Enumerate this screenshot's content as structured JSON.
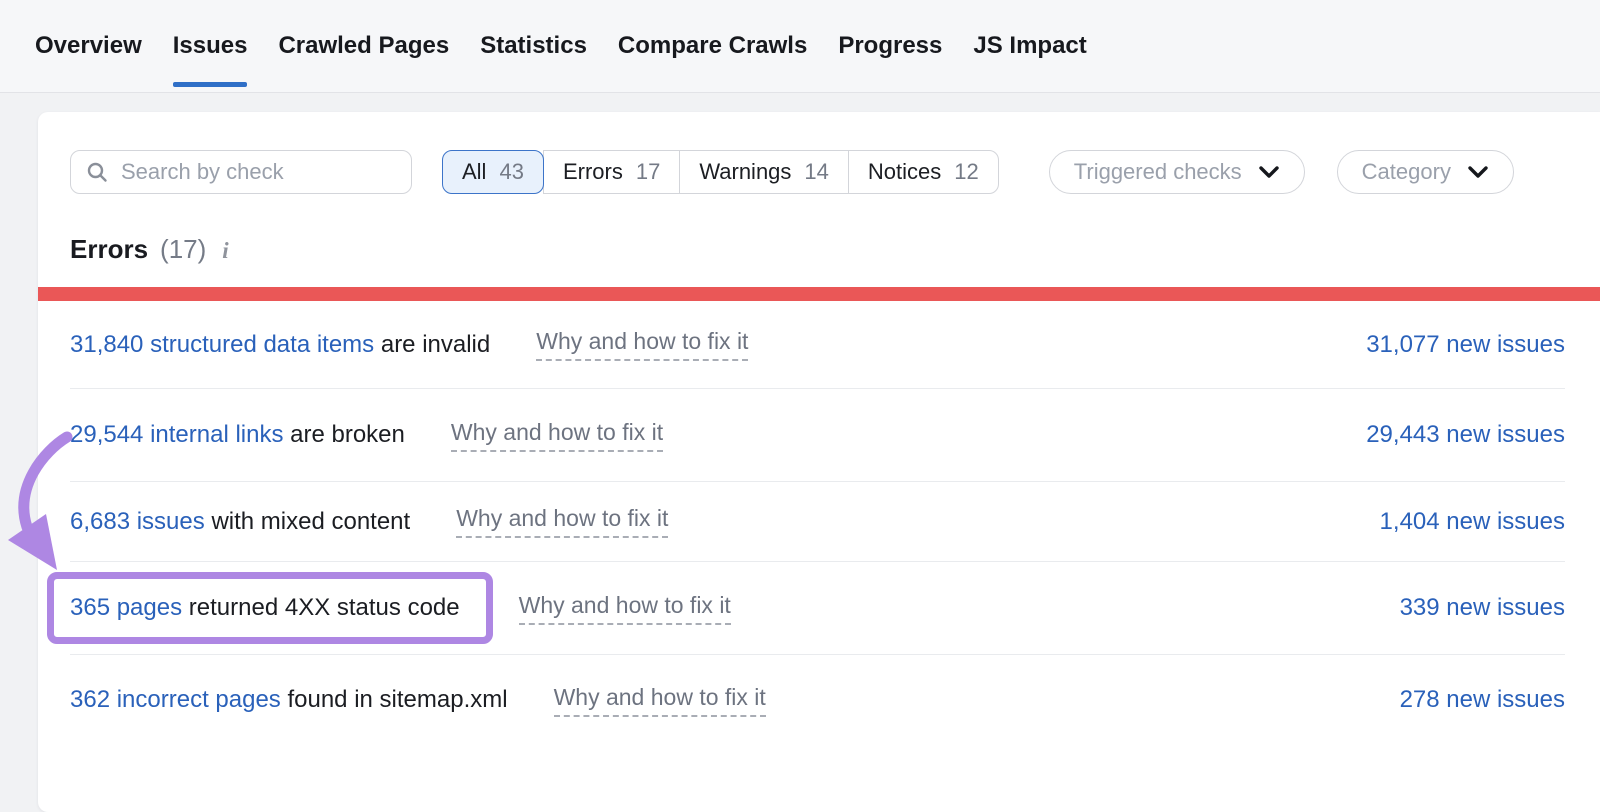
{
  "nav": {
    "tabs": [
      {
        "label": "Overview",
        "active": false
      },
      {
        "label": "Issues",
        "active": true
      },
      {
        "label": "Crawled Pages",
        "active": false
      },
      {
        "label": "Statistics",
        "active": false
      },
      {
        "label": "Compare Crawls",
        "active": false
      },
      {
        "label": "Progress",
        "active": false
      },
      {
        "label": "JS Impact",
        "active": false
      }
    ]
  },
  "filters": {
    "search_placeholder": "Search by check",
    "segments": [
      {
        "label": "All",
        "count": "43",
        "selected": true
      },
      {
        "label": "Errors",
        "count": "17",
        "selected": false
      },
      {
        "label": "Warnings",
        "count": "14",
        "selected": false
      },
      {
        "label": "Notices",
        "count": "12",
        "selected": false
      }
    ],
    "dropdowns": [
      {
        "label": "Triggered checks",
        "icon": "chevron-down-icon"
      },
      {
        "label": "Category",
        "icon": "chevron-down-icon"
      }
    ],
    "icons": {
      "search": "search-icon"
    }
  },
  "section": {
    "title": "Errors",
    "count": "(17)",
    "icon": "info-icon"
  },
  "rows": [
    {
      "link": "31,840 structured data items",
      "rest": "are invalid",
      "why": "Why and how to fix it",
      "new_issues": "31,077 new issues",
      "highlighted": false
    },
    {
      "link": "29,544 internal links",
      "rest": "are broken",
      "why": "Why and how to fix it",
      "new_issues": "29,443 new issues",
      "highlighted": false
    },
    {
      "link": "6,683 issues",
      "rest": "with mixed content",
      "why": "Why and how to fix it",
      "new_issues": "1,404 new issues",
      "highlighted": false
    },
    {
      "link": "365 pages",
      "rest": "returned 4XX status code",
      "why": "Why and how to fix it",
      "new_issues": "339 new issues",
      "highlighted": true
    },
    {
      "link": "362 incorrect pages",
      "rest": "found in sitemap.xml",
      "why": "Why and how to fix it",
      "new_issues": "278 new issues",
      "highlighted": false
    }
  ],
  "colors": {
    "link_blue": "#2a61ba",
    "active_tab_blue": "#2f6fc7",
    "error_red": "#ea5757",
    "annotation_purple": "#ae87e3",
    "selected_filter_bg": "#e8f1fc",
    "selected_filter_border": "#3c74c9"
  }
}
